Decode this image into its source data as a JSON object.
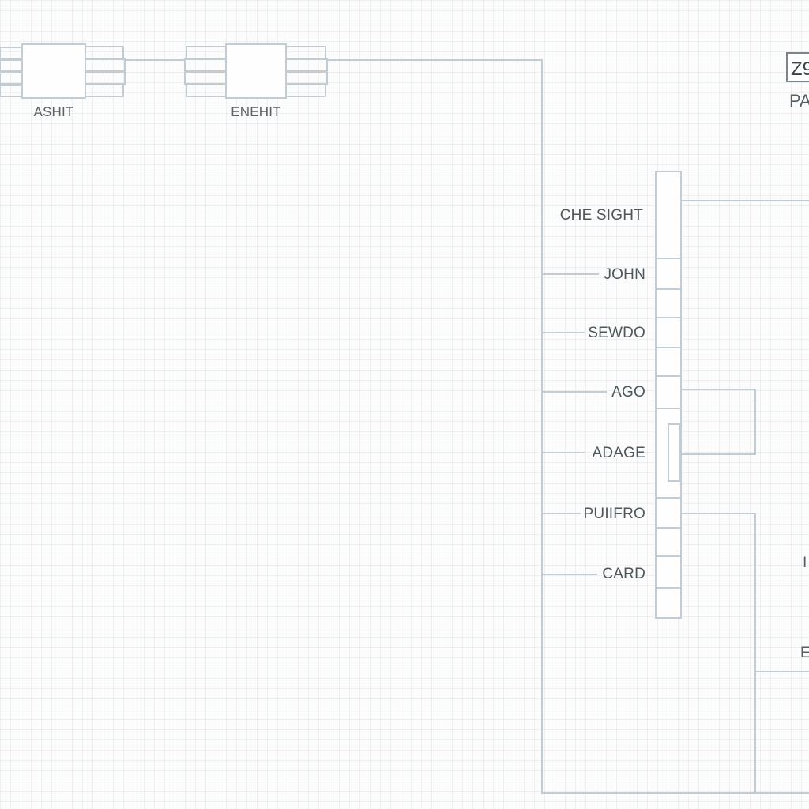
{
  "diagram": {
    "colors": {
      "line": "#c3ccd2",
      "grid": "#dfe5e8",
      "background": "#fbfcfb"
    },
    "connectors": [
      {
        "id": "left",
        "label": "ASHIT"
      },
      {
        "id": "center",
        "label": "ENEHIT"
      }
    ],
    "pin_labels": [
      "CHE SIGHT",
      "JOHN",
      "SEWDO",
      "AGO",
      "ADAGE",
      "PUIIFRO",
      "CARD"
    ],
    "right_panel": {
      "badge_text": "Z9",
      "subtitle": "PA",
      "edge_label_1": "I",
      "edge_label_2": "E"
    }
  }
}
